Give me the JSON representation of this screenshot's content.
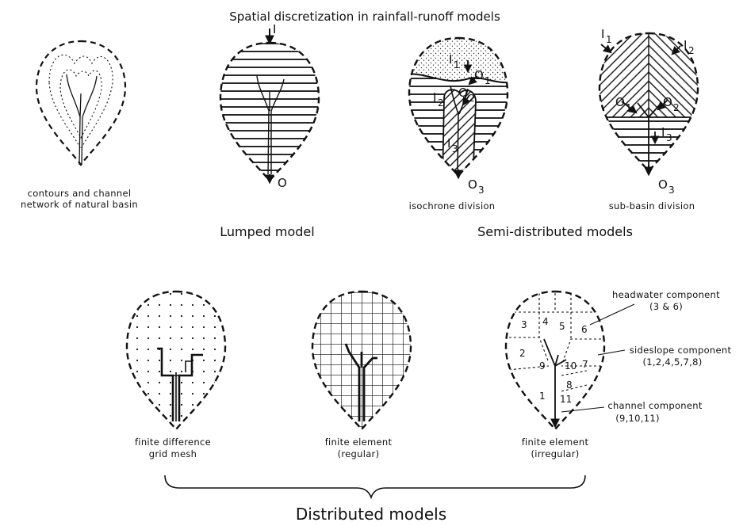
{
  "title": "Spatial discretization in rainfall-runoff models",
  "panels": {
    "natural": {
      "caption_line1": "contours and channel",
      "caption_line2": "network of natural basin"
    },
    "lumped": {
      "input": "I",
      "output": "O"
    },
    "isochrone": {
      "caption": "isochrone division",
      "i1": "I",
      "i1_sub": "1",
      "o1": "O",
      "o1_sub": "1",
      "i2": "I",
      "i2_sub": "2",
      "o2": "O",
      "o2_sub": "2",
      "i3": "I",
      "i3_sub": "3",
      "o3": "O",
      "o3_sub": "3"
    },
    "subbasin": {
      "caption": "sub-basin division",
      "i1": "I",
      "i1_sub": "1",
      "i2": "I",
      "i2_sub": "2",
      "o1": "O",
      "o1_sub": "1",
      "o2": "O",
      "o2_sub": "2",
      "i3": "I",
      "i3_sub": "3",
      "o3": "O",
      "o3_sub": "3"
    },
    "fd_grid": {
      "caption_line1": "finite difference",
      "caption_line2": "grid mesh"
    },
    "fe_regular": {
      "caption_line1": "finite element",
      "caption_line2": "(regular)"
    },
    "fe_irregular": {
      "caption_line1": "finite element",
      "caption_line2": "(irregular)",
      "element_numbers": [
        "1",
        "2",
        "3",
        "4",
        "5",
        "6",
        "7",
        "8",
        "9",
        "10",
        "11"
      ],
      "headwater_label": "headwater component",
      "headwater_ids": "(3 & 6)",
      "sideslope_label": "sideslope component",
      "sideslope_ids": "(1,2,4,5,7,8)",
      "channel_label": "channel component",
      "channel_ids": "(9,10,11)"
    }
  },
  "group_labels": {
    "lumped": "Lumped model",
    "semi": "Semi-distributed models",
    "distributed": "Distributed models"
  }
}
